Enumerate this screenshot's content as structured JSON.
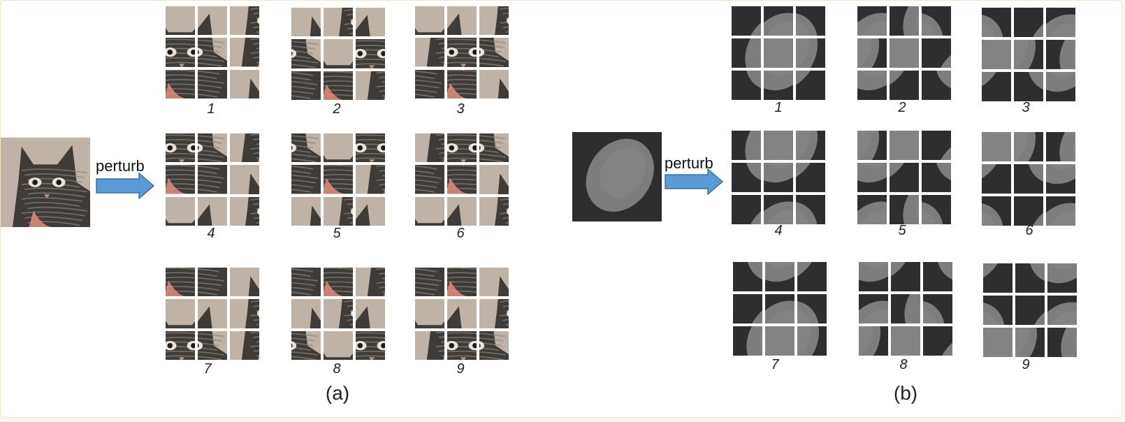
{
  "panels": [
    {
      "label": "(a)",
      "kind": "kitten",
      "arrow_label": "perturb",
      "variants": [
        {
          "number": "1",
          "grid": [
            [
              2,
              3,
              4
            ],
            [
              5,
              6,
              7
            ],
            [
              8,
              9,
              1
            ]
          ]
        },
        {
          "number": "2",
          "grid": [
            [
              1,
              4,
              3
            ],
            [
              6,
              2,
              5
            ],
            [
              9,
              8,
              7
            ]
          ]
        },
        {
          "number": "3",
          "grid": [
            [
              2,
              3,
              4
            ],
            [
              7,
              5,
              6
            ],
            [
              9,
              8,
              1
            ]
          ]
        },
        {
          "number": "4",
          "grid": [
            [
              5,
              6,
              7
            ],
            [
              8,
              9,
              1
            ],
            [
              2,
              3,
              4
            ]
          ]
        },
        {
          "number": "5",
          "grid": [
            [
              6,
              2,
              5
            ],
            [
              9,
              8,
              7
            ],
            [
              1,
              4,
              3
            ]
          ]
        },
        {
          "number": "6",
          "grid": [
            [
              7,
              5,
              6
            ],
            [
              9,
              8,
              1
            ],
            [
              2,
              3,
              4
            ]
          ]
        },
        {
          "number": "7",
          "grid": [
            [
              8,
              9,
              1
            ],
            [
              2,
              3,
              4
            ],
            [
              5,
              6,
              7
            ]
          ]
        },
        {
          "number": "8",
          "grid": [
            [
              9,
              8,
              7
            ],
            [
              1,
              4,
              3
            ],
            [
              6,
              2,
              5
            ]
          ]
        },
        {
          "number": "9",
          "grid": [
            [
              9,
              8,
              1
            ],
            [
              2,
              3,
              4
            ],
            [
              7,
              5,
              6
            ]
          ]
        }
      ]
    },
    {
      "label": "(b)",
      "kind": "nucleus",
      "arrow_label": "perturb",
      "variants": [
        {
          "number": "1",
          "grid": [
            [
              1,
              2,
              3
            ],
            [
              4,
              5,
              6
            ],
            [
              7,
              8,
              9
            ]
          ]
        },
        {
          "number": "2",
          "grid": [
            [
              2,
              4,
              3
            ],
            [
              6,
              5,
              1
            ],
            [
              8,
              9,
              7
            ]
          ]
        },
        {
          "number": "3",
          "grid": [
            [
              3,
              1,
              2
            ],
            [
              5,
              6,
              4
            ],
            [
              9,
              7,
              8
            ]
          ]
        },
        {
          "number": "4",
          "grid": [
            [
              4,
              5,
              6
            ],
            [
              7,
              8,
              9
            ],
            [
              1,
              2,
              3
            ]
          ]
        },
        {
          "number": "5",
          "grid": [
            [
              6,
              5,
              1
            ],
            [
              8,
              9,
              7
            ],
            [
              2,
              4,
              3
            ]
          ]
        },
        {
          "number": "6",
          "grid": [
            [
              5,
              6,
              4
            ],
            [
              9,
              7,
              8
            ],
            [
              3,
              1,
              2
            ]
          ]
        },
        {
          "number": "7",
          "grid": [
            [
              7,
              8,
              9
            ],
            [
              1,
              2,
              3
            ],
            [
              4,
              5,
              6
            ]
          ]
        },
        {
          "number": "8",
          "grid": [
            [
              8,
              9,
              7
            ],
            [
              2,
              4,
              3
            ],
            [
              6,
              5,
              1
            ]
          ]
        },
        {
          "number": "9",
          "grid": [
            [
              9,
              7,
              8
            ],
            [
              3,
              1,
              2
            ],
            [
              5,
              6,
              4
            ]
          ]
        }
      ]
    }
  ],
  "colors": {
    "arrow_fill": "#5b9bd5",
    "arrow_stroke": "#41719c",
    "kitten_background": "#b9aca0",
    "kitten_fur": "#3f3b38",
    "nucleus_background": "#2e2e2e",
    "nucleus_body": "#7d7d7d"
  }
}
